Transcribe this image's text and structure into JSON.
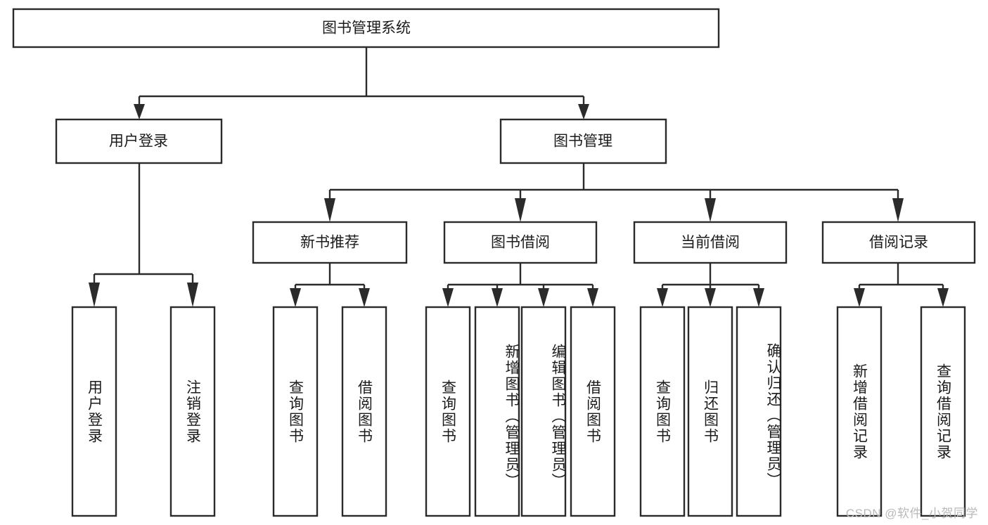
{
  "diagram": {
    "type": "tree-hierarchy-chart",
    "title_node": {
      "label": "图书管理系统"
    },
    "colors": {
      "background": "#ffffff",
      "box_fill": "#ffffff",
      "box_stroke": "#2b2b2b",
      "text": "#1b1b1b",
      "watermark": "#b9b9b9"
    },
    "level2": [
      {
        "label": "用户登录"
      },
      {
        "label": "图书管理"
      }
    ],
    "level3": [
      {
        "label": "新书推荐"
      },
      {
        "label": "图书借阅"
      },
      {
        "label": "当前借阅"
      },
      {
        "label": "借阅记录"
      }
    ],
    "leaves": {
      "user_login": [
        {
          "label": "用户登录"
        },
        {
          "label": "注销登录"
        }
      ],
      "new_book_recommend": [
        {
          "label": "查询图书"
        },
        {
          "label": "借阅图书"
        }
      ],
      "book_borrow": [
        {
          "label": "查询图书"
        },
        {
          "label": "新增图书（管理员）"
        },
        {
          "label": "编辑图书（管理员）"
        },
        {
          "label": "借阅图书"
        }
      ],
      "current_borrow": [
        {
          "label": "查询图书"
        },
        {
          "label": "归还图书"
        },
        {
          "label": "确认归还（管理员）"
        }
      ],
      "borrow_records": [
        {
          "label": "新增借阅记录"
        },
        {
          "label": "查询借阅记录"
        }
      ]
    },
    "watermark": "CSDN @软件_小贺同学"
  }
}
